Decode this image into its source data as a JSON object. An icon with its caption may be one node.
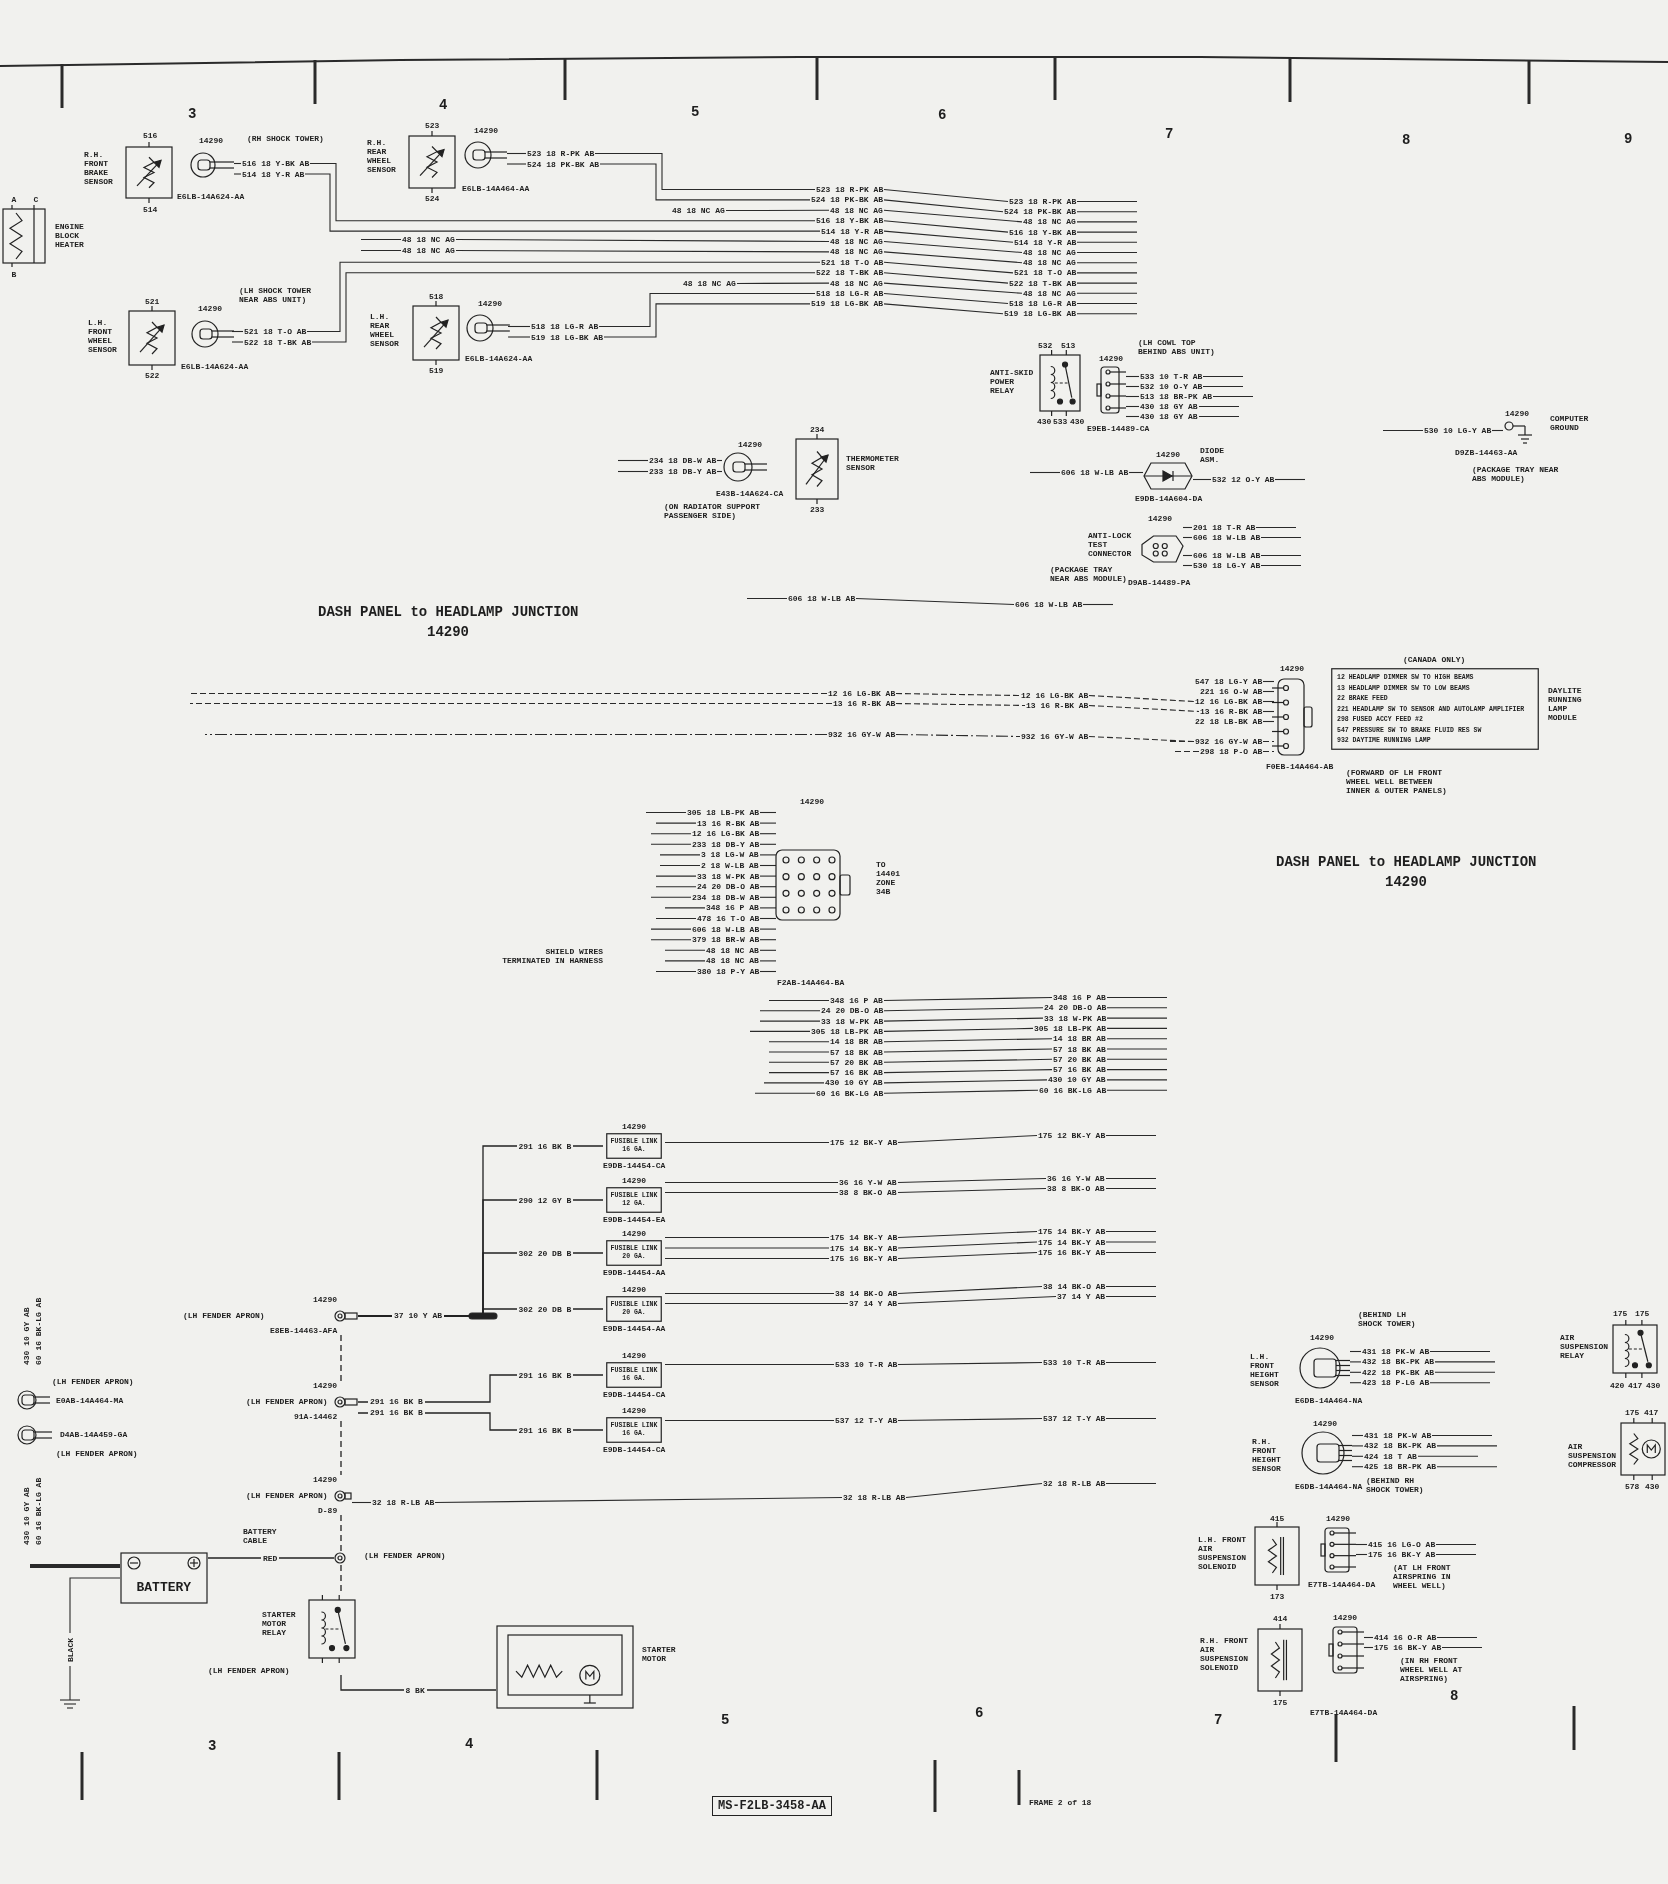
{
  "diagram": {
    "nodes": [
      {
        "text": [
          "ENGINE BLOCK HEATER"
        ]
      },
      {
        "text": [
          "R.H. FRONT BRAKE SENSOR"
        ]
      },
      {
        "text": [
          "14290",
          "E6LB-14A624-AA"
        ],
        "beside": [
          "(RH SHOCK TOWER)"
        ]
      },
      {
        "text": [
          "R.H. REAR WHEEL SENSOR"
        ]
      },
      {
        "text": [
          "14290",
          "E6LB-14A464-AA"
        ]
      },
      {
        "text": [
          "L.H. FRONT WHEEL SENSOR"
        ]
      },
      {
        "text": [
          "14290",
          "E6LB-14A624-AA"
        ],
        "beside": [
          "(LH SHOCK TOWER NEAR ABS UNIT)"
        ]
      },
      {
        "text": [
          "L.H. REAR WHEEL SENSOR"
        ]
      },
      {
        "text": [
          "14290",
          "E6LB-14A624-AA"
        ]
      },
      {
        "text": [
          "THERMOMETER SENSOR"
        ]
      },
      {
        "text": [
          "14290",
          "E43B-14A624-CA"
        ],
        "beside": [
          "(ON RADIATOR SUPPORT PASSENGER SIDE)"
        ]
      },
      {
        "text": [
          "ANTI-SKID POWER RELAY"
        ]
      },
      {
        "text": [
          "14290",
          "E9EB-14489-CA"
        ],
        "beside": [
          "(LH COWL TOP BEHIND ABS UNIT)"
        ]
      },
      {
        "text": [
          "14290",
          "DIODE ASM.",
          "E9DB-14A604-DA"
        ]
      },
      {
        "text": [
          "14290",
          "ANTI-LOCK TEST CONNECTOR",
          "D9AB-14489-PA"
        ],
        "beside": [
          "(PACKAGE TRAY NEAR ABS MODULE)"
        ]
      },
      {
        "text": [
          "14290",
          "COMPUTER GROUND",
          "D9ZB-14463-AA"
        ],
        "beside": [
          "(PACKAGE TRAY NEAR ABS MODULE)"
        ]
      },
      {
        "text": [
          "14290",
          "F2AB-14A464-BA"
        ],
        "beside": [
          "TO 14401 ZONE 34B"
        ]
      },
      {
        "text": [
          "14290",
          "F0EB-14A464-AB"
        ],
        "beside": [
          "(FORWARD OF LH FRONT WHEEL WELL BETWEEN INNER & OUTER PANELS)"
        ]
      },
      {
        "text": [
          "(CANADA ONLY)",
          "12 HEADLAMP DIMMER SW TO HIGH BEAMS",
          "13 HEADLAMP DIMMER SW TO LOW BEAMS",
          "22 BRAKE FEED",
          "221 HEADLAMP SW TO SENSOR AND AUTOLAMP AMPLIFIER",
          "298 FUSED ACCY FEED #2",
          "547 PRESSURE SW TO BRAKE FLUID RES SW",
          "932 DAYTIME RUNNING LAMP"
        ],
        "beside": [
          "DAYLITE RUNNING LAMP MODULE"
        ]
      },
      {
        "text": [
          "14290",
          "FUSIBLE LINK 16 GA.",
          "E9DB-14454-CA"
        ]
      },
      {
        "text": [
          "14290",
          "FUSIBLE LINK 12 GA.",
          "E9DB-14454-EA"
        ]
      },
      {
        "text": [
          "14290",
          "FUSIBLE LINK 20 GA.",
          "E9DB-14454-AA"
        ]
      },
      {
        "text": [
          "14290",
          "FUSIBLE LINK 20 GA.",
          "E9DB-14454-AA"
        ]
      },
      {
        "text": [
          "14290",
          "FUSIBLE LINK 16 GA.",
          "E9DB-14454-CA"
        ]
      },
      {
        "text": [
          "14290",
          "FUSIBLE LINK 16 GA.",
          "E9DB-14454-CA"
        ]
      },
      {
        "text": [
          "14290",
          "E8EB-14463-AFA"
        ],
        "beside": [
          "(LH FENDER APRON)"
        ]
      },
      {
        "text": [
          "14290",
          "91A-14462"
        ],
        "beside": [
          "(LH FENDER APRON)"
        ]
      },
      {
        "text": [
          "14290",
          "D-89"
        ],
        "beside": [
          "(LH FENDER APRON)"
        ]
      },
      {
        "text": [],
        "shape": "circle",
        "beside": [
          "(LH FENDER APRON)"
        ]
      },
      {
        "text": [
          "E0AB-14A464-MA"
        ],
        "beside": [
          "(LH FENDER APRON)"
        ]
      },
      {
        "text": [
          "D4AB-14A459-GA"
        ],
        "beside": [
          "(LH FENDER APRON)"
        ]
      },
      {
        "text": [
          "BATTERY"
        ]
      },
      {
        "text": [
          "STARTER MOTOR RELAY"
        ],
        "beside": [
          "(LH FENDER APRON)"
        ]
      },
      {
        "text": [
          "STARTER MOTOR"
        ]
      },
      {
        "text": [
          "14290",
          "L.H. FRONT HEIGHT SENSOR",
          "E6DB-14A464-NA"
        ],
        "beside": [
          "(BEHIND LH SHOCK TOWER)"
        ]
      },
      {
        "text": [
          "14290",
          "R.H. FRONT HEIGHT SENSOR",
          "E6DB-14A464-NA"
        ],
        "beside": [
          "(BEHIND RH SHOCK TOWER)"
        ]
      },
      {
        "text": [
          "L.H. FRONT AIR SUSPENSION SOLENOID"
        ]
      },
      {
        "text": [
          "14290",
          "E7TB-14A464-DA"
        ],
        "beside": [
          "(AT LH FRONT AIRSPRING IN WHEEL WELL)"
        ]
      },
      {
        "text": [
          "R.H. FRONT AIR SUSPENSION SOLENOID"
        ]
      },
      {
        "text": [
          "14290",
          "E7TB-14A464-DA"
        ],
        "beside": [
          "(IN RH FRONT WHEEL WELL AT AIRSPRING)"
        ]
      },
      {
        "text": [
          "AIR SUSPENSION RELAY"
        ]
      },
      {
        "text": [
          "AIR SUSPENSION COMPRESSOR"
        ]
      }
    ],
    "edges": [
      {
        "from": 25,
        "to": 26,
        "arrow": "none",
        "style": "dashed"
      },
      {
        "from": 26,
        "to": 27,
        "arrow": "none",
        "style": "dashed"
      },
      {
        "from": 27,
        "to": 28,
        "arrow": "none",
        "style": "dashed"
      },
      {
        "from": 28,
        "to": 32,
        "arrow": "none",
        "style": "dashed"
      },
      {
        "from": 31,
        "to": 28,
        "arrow": "none",
        "label": "RED"
      },
      {
        "from": 32,
        "to": 33,
        "arrow": "none",
        "label": "8 BK"
      },
      {
        "from": 25,
        "to": 19,
        "arrow": "none",
        "label": "291 16 BK B"
      },
      {
        "from": 25,
        "to": 20,
        "arrow": "none",
        "label": "290 12 GY B"
      },
      {
        "from": 25,
        "to": 21,
        "arrow": "none",
        "label": "302 20 DB B"
      },
      {
        "from": 25,
        "to": 22,
        "arrow": "none",
        "label": "302 20 DB B"
      },
      {
        "from": 26,
        "to": 23,
        "arrow": "none",
        "label": "291 16 BK B"
      },
      {
        "from": 26,
        "to": 24,
        "arrow": "none",
        "label": "291 16 BK B"
      }
    ],
    "labels": [
      "3",
      "4",
      "5",
      "6",
      "7",
      "8",
      "9",
      "A",
      "C",
      "B",
      "516",
      "514",
      "516 18 Y-BK AB",
      "514 18 Y-R AB",
      "523",
      "524",
      "523 18 R-PK AB",
      "524 18 PK-BK AB",
      "48 18 NC AG",
      "48 18 NC AG",
      "48 18 NC AG",
      "48 18 NC AG",
      "521",
      "522",
      "521 18 T-O AB",
      "522 18 T-BK AB",
      "518",
      "519",
      "518 18 LG-R AB",
      "519 18 LG-BK AB",
      "523 18 R-PK AB",
      "524 18 PK-BK AB",
      "48 18 NC AG",
      "516 18 Y-BK AB",
      "514 18 Y-R AB",
      "48 18 NC AG",
      "48 18 NC AG",
      "521 18 T-O AB",
      "522 18 T-BK AB",
      "48 18 NC AG",
      "518 18 LG-R AB",
      "519 18 LG-BK AB",
      "523 18 R-PK AB",
      "524 18 PK-BK AB",
      "48 18 NC AG",
      "516 18 Y-BK AB",
      "514 18 Y-R AB",
      "48 18 NC AG",
      "48 18 NC AG",
      "521 18 T-O AB",
      "522 18 T-BK AB",
      "48 18 NC AG",
      "518 18 LG-R AB",
      "519 18 LG-BK AB",
      "234",
      "233",
      "234 18 DB-W AB",
      "233 18 DB-Y AB",
      "532",
      "513",
      "430",
      "533",
      "430",
      "533 10 T-R AB",
      "532 10 O-Y AB",
      "513 18 BR-PK AB",
      "430 18 GY AB",
      "430 18 GY AB",
      "606 18 W-LB AB",
      "532 12 O-Y AB",
      "201 18 T-R AB",
      "606 18 W-LB AB",
      "606 18 W-LB AB",
      "530 18 LG-Y AB",
      "606 18 W-LB AB",
      "606 18 W-LB AB",
      "530 10 LG-Y AB",
      "DASH PANEL to HEADLAMP JUNCTION",
      "14290",
      "12 16 LG-BK AB",
      "13 16 R-BK AB",
      "932 16 GY-W AB",
      "12 16 LG-BK AB",
      "13 16 R-BK AB",
      "932 16 GY-W AB",
      "305 18 LB-PK AB",
      "13 16 R-BK AB",
      "12 16 LG-BK AB",
      "233 18 DB-Y AB",
      "3 18 LG-W AB",
      "2 18 W-LB AB",
      "33 18 W-PK AB",
      "24 20 DB-O AB",
      "234 18 DB-W AB",
      "348 16 P AB",
      "478 16 T-O AB",
      "606 18 W-LB AB",
      "379 18 BR-W AB",
      "48 18 NC AB",
      "48 18 NC AB",
      "380 18 P-Y AB",
      "SHIELD WIRES TERMINATED IN HARNESS",
      "348 16 P AB",
      "24 20 DB-O AB",
      "33 18 W-PK AB",
      "305 18 LB-PK AB",
      "14 18 BR AB",
      "57 18 BK AB",
      "57 20 BK AB",
      "57 16 BK AB",
      "430 10 GY AB",
      "60 16 BK-LG AB",
      "348 16 P AB",
      "24 20 DB-O AB",
      "33 18 W-PK AB",
      "305 18 LB-PK AB",
      "14 18 BR AB",
      "57 18 BK AB",
      "57 20 BK AB",
      "57 16 BK AB",
      "430 10 GY AB",
      "60 16 BK-LG AB",
      "547 18 LG-Y AB",
      "221 16 O-W AB",
      "12 16 LG-BK AB",
      "13 16 R-BK AB",
      "22 18 LB-BK AB",
      "932 16 GY-W AB",
      "298 18 P-O AB",
      "DASH PANEL to HEADLAMP JUNCTION",
      "14290",
      "175 12 BK-Y AB",
      "36 16 Y-W AB",
      "38 8 BK-O AB",
      "175 14 BK-Y AB",
      "175 14 BK-Y AB",
      "175 16 BK-Y AB",
      "38 14 BK-O AB",
      "37 14 Y AB",
      "533 10 T-R AB",
      "537 12 T-Y AB",
      "175 12 BK-Y AB",
      "36 16 Y-W AB",
      "38 8 BK-O AB",
      "175 14 BK-Y AB",
      "175 14 BK-Y AB",
      "175 16 BK-Y AB",
      "38 14 BK-O AB",
      "37 14 Y AB",
      "533 10 T-R AB",
      "537 12 T-Y AB",
      "32 18 R-LB AB",
      "32 18 R-LB AB",
      "37 10 Y AB",
      "291 16 BK B",
      "291 16 BK B",
      "32 18 R-LB AB",
      "430 10 GY AB",
      "60 16 BK-LG AB",
      "430 10 GY AB",
      "60 16 BK-LG AB",
      "BATTERY CABLE",
      "BLACK",
      "3",
      "4",
      "5",
      "6",
      "7",
      "8",
      "431 18 PK-W AB",
      "432 18 BK-PK AB",
      "422 18 PK-BK AB",
      "423 18 P-LG AB",
      "431 18 PK-W AB",
      "432 18 BK-PK AB",
      "424 18 T AB",
      "425 18 BR-PK AB",
      "415",
      "173",
      "415 16 LG-O AB",
      "175 16 BK-Y AB",
      "414",
      "175",
      "414 16 O-R AB",
      "175 16 BK-Y AB",
      "175",
      "175",
      "420",
      "417",
      "430",
      "175",
      "417",
      "578",
      "430",
      "MS-F2LB-3458-AA",
      "FRAME 2 of 18"
    ]
  }
}
